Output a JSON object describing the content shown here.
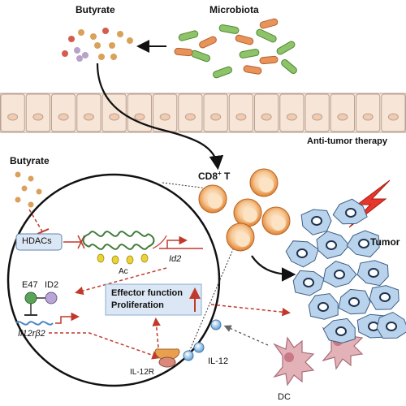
{
  "labels": {
    "butyrate_top": "Butyrate",
    "microbiota": "Microbiota",
    "butyrate_left": "Butyrate",
    "cd8_t": "CD8",
    "cd8_sup": "+",
    "cd8_t_suffix": " T",
    "anti_tumor": "Anti-tumor therapy",
    "hdacs": "HDACs",
    "ac": "Ac",
    "id2_gene": "Id2",
    "e47": "E47",
    "id2_protein": "ID2",
    "il12rb2": "Il12rβ2",
    "effector_function": "Effector function",
    "proliferation": "Proliferation",
    "tumor": "Tumor",
    "il12r": "IL-12R",
    "il12": "IL-12",
    "dc": "DC"
  },
  "colors": {
    "butyrate_dot": "#d9a15a",
    "butyrate_dot_red": "#d55b4e",
    "butyrate_dot_purple": "#b8a2c9",
    "bacteria_green": "#8fc36a",
    "bacteria_orange": "#e8935a",
    "epithelium_fill": "#f7e6d8",
    "epithelium_stroke": "#b9a090",
    "tcell_outer": "#e8903d",
    "tcell_inner": "#fbe3c4",
    "tumor_fill": "#b9d3ec",
    "tumor_stroke": "#3d5f86",
    "dc_fill": "#e3b2b8",
    "dashed_arrow": "#c0392b",
    "effector_box": "#dbe7f4",
    "lightning": "#e5372c"
  },
  "icons": {
    "lightning": "lightning-bolt-icon",
    "arrow_up": "arrow-up-icon"
  }
}
